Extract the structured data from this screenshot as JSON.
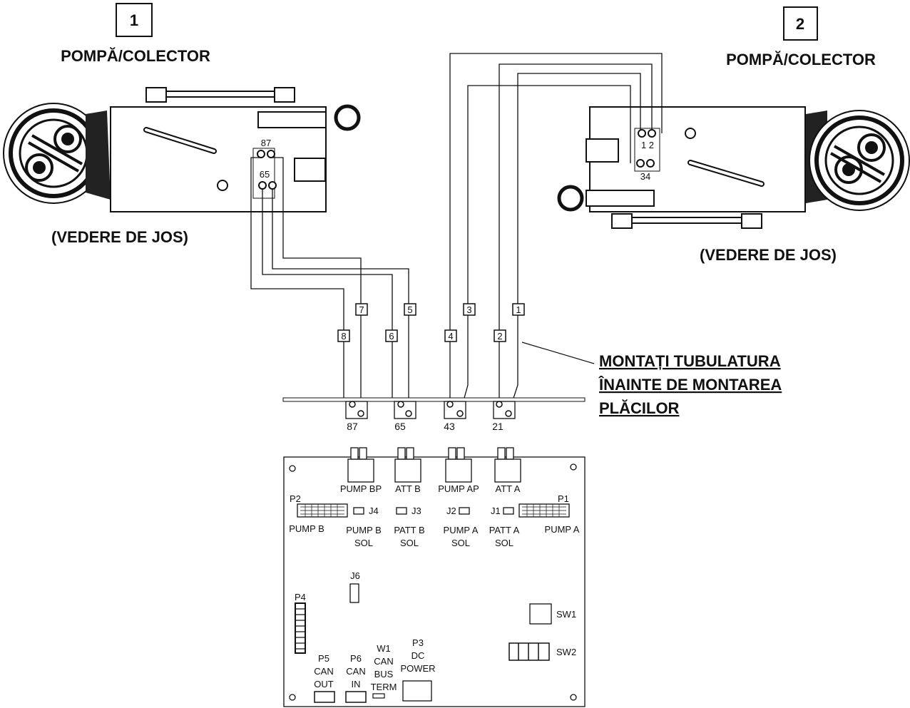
{
  "assembly_1": {
    "number": "1",
    "title": "POMPĂ/COLECTOR",
    "view": "(VEDERE DE JOS)",
    "port_labels": [
      "87",
      "65"
    ]
  },
  "assembly_2": {
    "number": "2",
    "title": "POMPĂ/COLECTOR",
    "view": "(VEDERE DE JOS)",
    "port_labels": [
      "1 2",
      "34"
    ]
  },
  "tubes": [
    "7",
    "5",
    "3",
    "1",
    "8",
    "6",
    "4",
    "2"
  ],
  "note": {
    "lines": [
      "MONTAȚI TUBULATURA",
      "ÎNAINTE DE MONTAREA",
      "PLĂCILOR"
    ]
  },
  "manifold_ports": [
    "87",
    "65",
    "43",
    "21"
  ],
  "board": {
    "top_connectors": [
      "PUMP BP",
      "ATT B",
      "PUMP AP",
      "ATT A"
    ],
    "p2": "P2",
    "p2_name": "PUMP B",
    "p1": "P1",
    "p1_name": "PUMP A",
    "j4": "J4",
    "j3": "J3",
    "j2": "J2",
    "j1": "J1",
    "sol_labels": [
      [
        "PUMP B",
        "SOL"
      ],
      [
        "PATT B",
        "SOL"
      ],
      [
        "PUMP A",
        "SOL"
      ],
      [
        "PATT A",
        "SOL"
      ]
    ],
    "j6": "J6",
    "p4": "P4",
    "sw1": "SW1",
    "sw2": "SW2",
    "p5": [
      "P5",
      "CAN",
      "OUT"
    ],
    "p6": [
      "P6",
      "CAN",
      "IN"
    ],
    "w1": [
      "W1",
      "CAN",
      "BUS",
      "TERM"
    ],
    "p3": [
      "P3",
      "DC",
      "POWER"
    ]
  }
}
